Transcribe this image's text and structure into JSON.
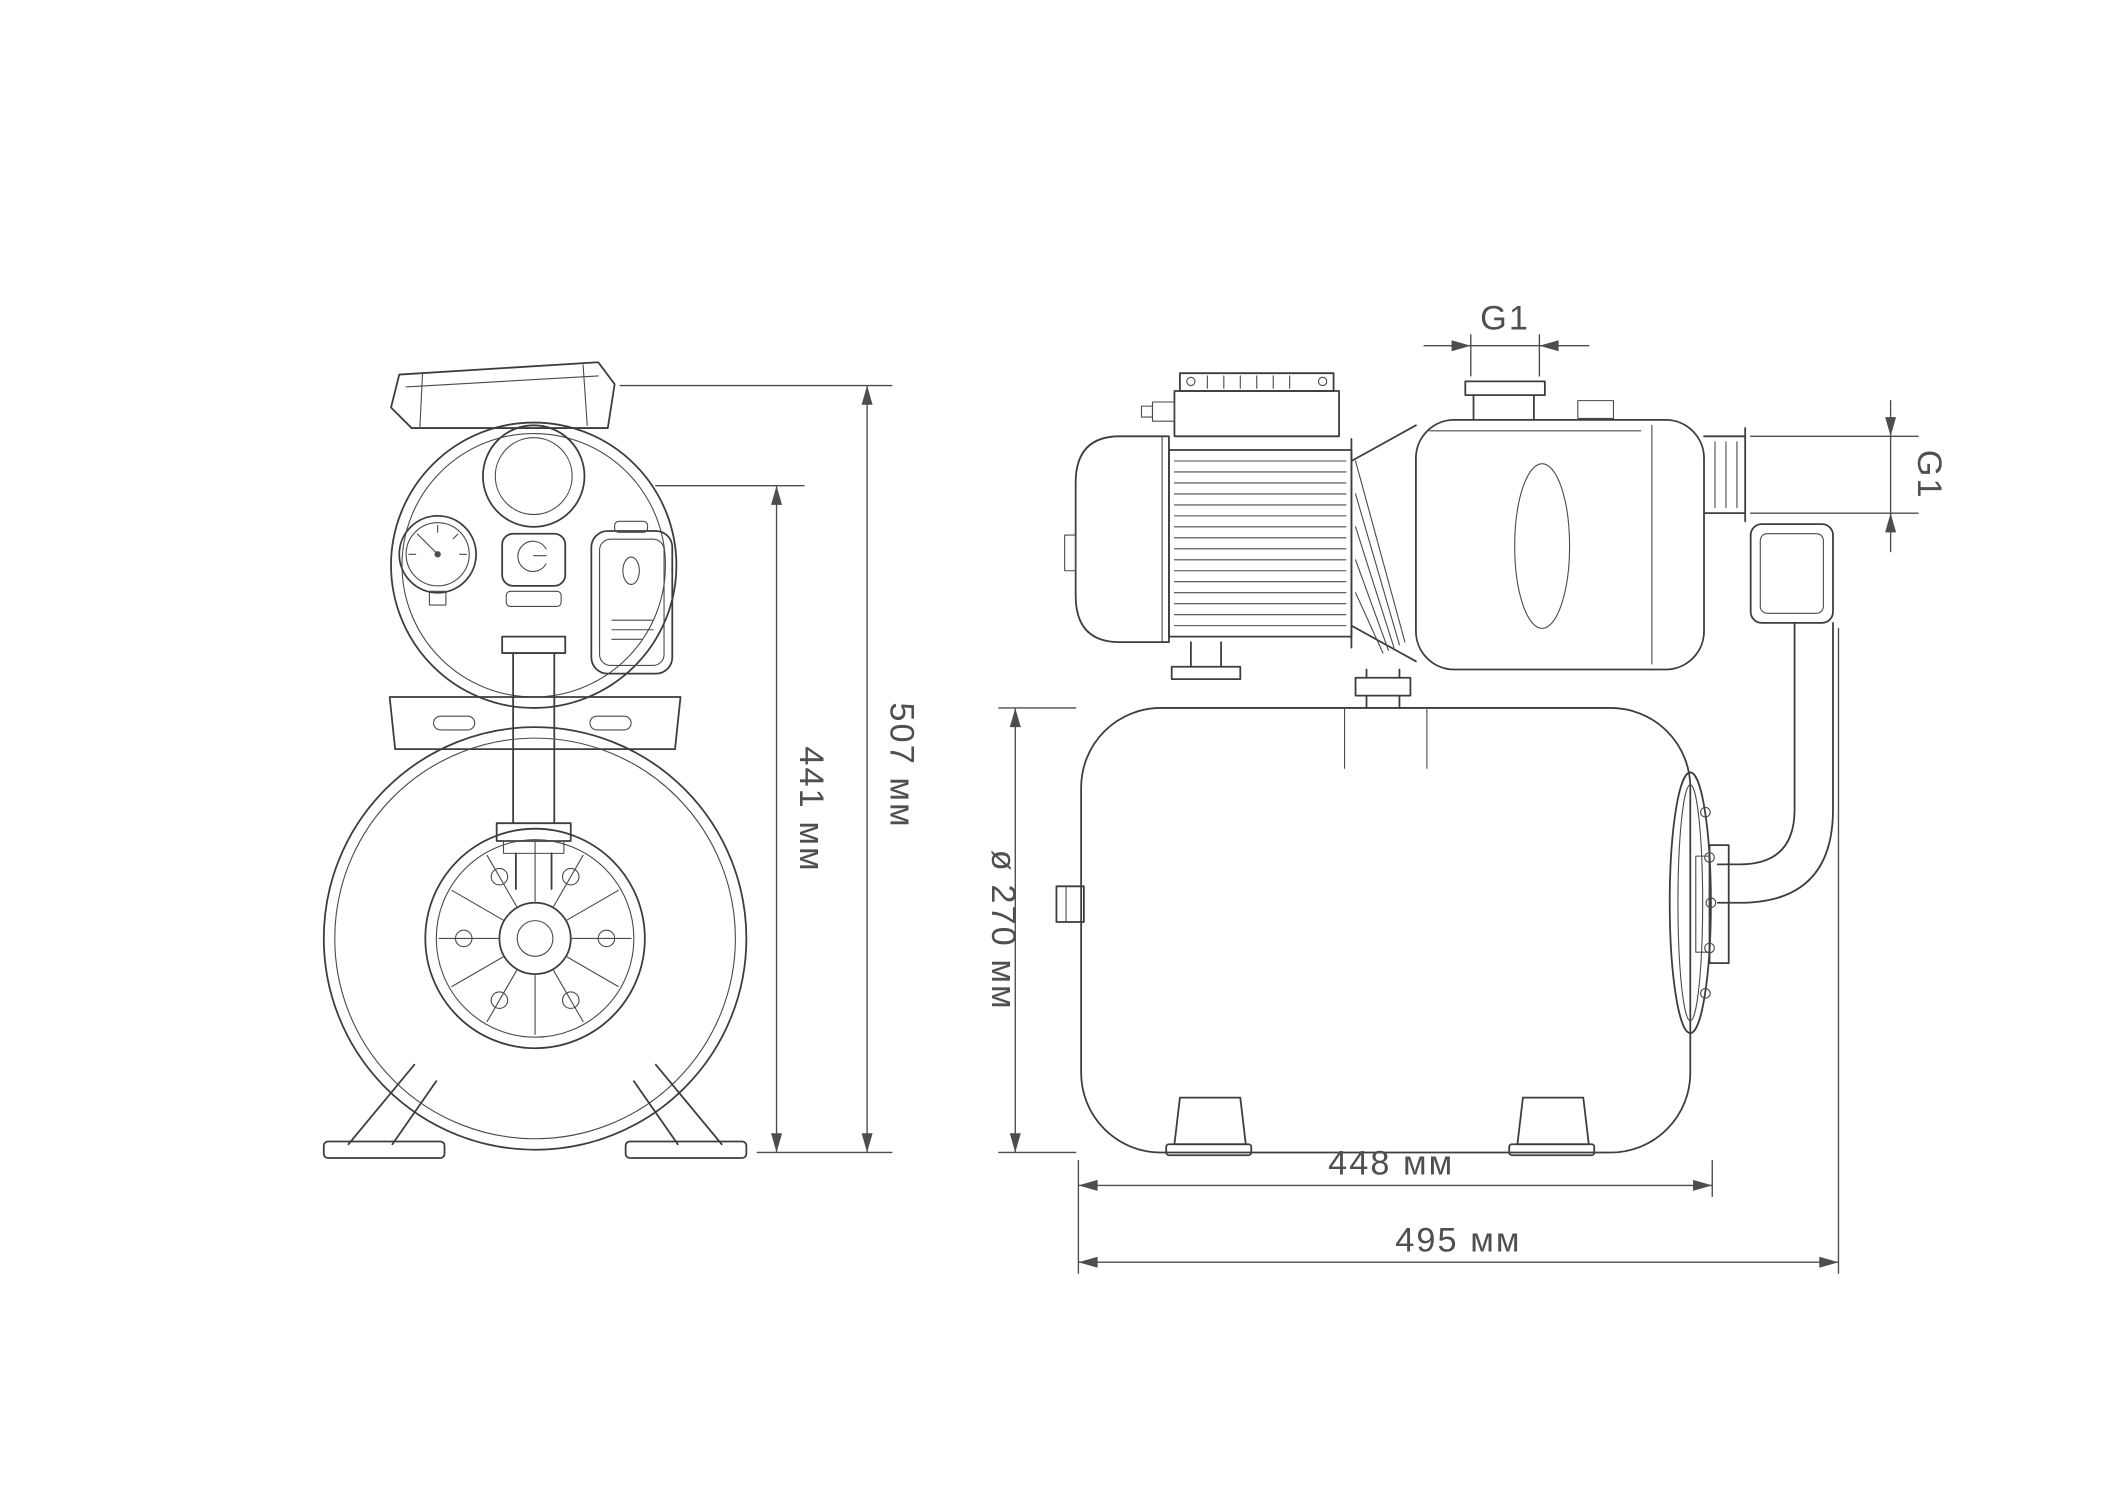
{
  "drawing": {
    "subject": "booster pump station with pressure tank — two-view technical drawing",
    "views": {
      "left": "front view",
      "right": "side view"
    },
    "colors": {
      "background": "#ffffff",
      "line": "#3d3d3d",
      "dimension": "#4d4d4d"
    }
  },
  "dimensions": {
    "total_height": "507 мм",
    "pump_height": "441 мм",
    "tank_diameter": "ø 270 мм",
    "tank_length": "448 мм",
    "total_length": "495 мм",
    "top_port_thread": "G1",
    "side_port_thread": "G1"
  }
}
